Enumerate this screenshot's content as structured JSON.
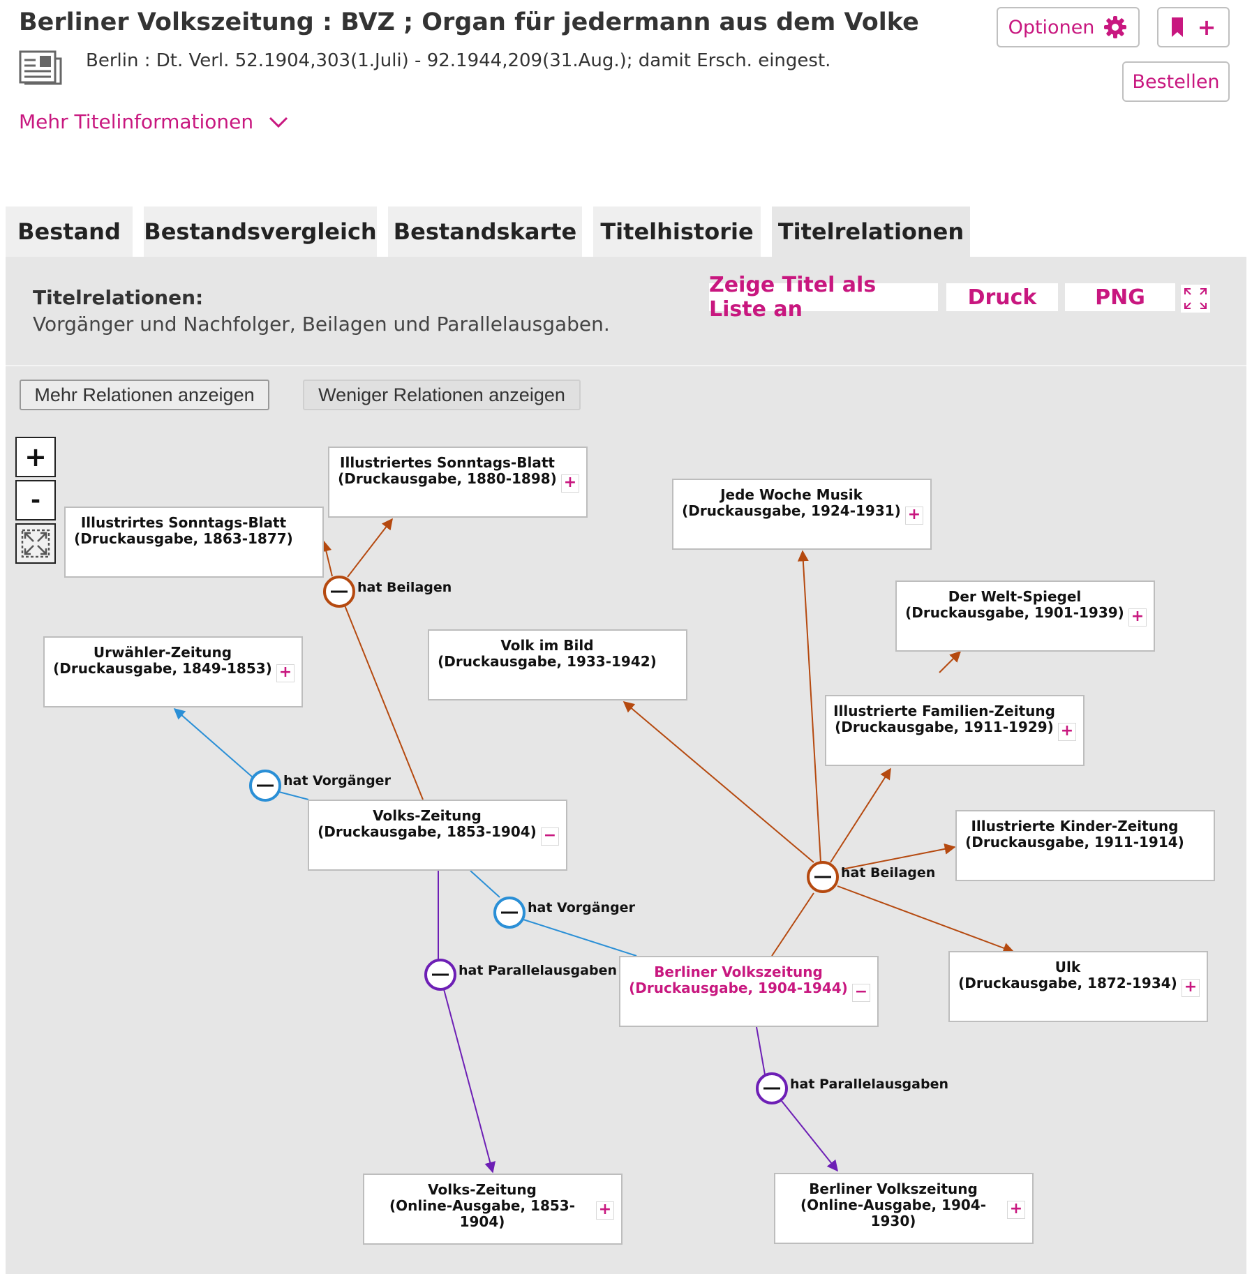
{
  "header": {
    "title": "Berliner Volkszeitung : BVZ ; Organ für jedermann aus dem Volke",
    "publication": "Berlin : Dt. Verl. 52.1904,303(1.Juli) - 92.1944,209(31.Aug.); damit Ersch. eingest.",
    "more_info": "Mehr Titelinformationen",
    "options_label": "Optionen",
    "bookmark_label": "+",
    "order_label": "Bestellen"
  },
  "tabs": [
    {
      "label": "Bestand"
    },
    {
      "label": "Bestandsvergleich"
    },
    {
      "label": "Bestandskarte"
    },
    {
      "label": "Titelhistorie"
    },
    {
      "label": "Titelrelationen",
      "active": true
    }
  ],
  "relations": {
    "heading": "Titelrelationen:",
    "description": "Vorgänger und Nachfolger, Beilagen und Parallelausgaben.",
    "show_list": "Zeige Titel als Liste an",
    "print": "Druck",
    "png": "PNG",
    "more_btn": "Mehr Relationen anzeigen",
    "less_btn": "Weniger Relationen anzeigen",
    "zoom_in": "+",
    "zoom_out": "-"
  },
  "colors": {
    "accent": "#c8177f",
    "beilagen": "#b5490f",
    "vorgaenger": "#2a8fd6",
    "parallel": "#6d1fb5"
  },
  "graph": {
    "nodes": [
      {
        "title": "Illustriertes Sonntags-Blatt",
        "sub": "(Druckausgabe, 1880-1898)",
        "expander": "+"
      },
      {
        "title": "Illustrirtes Sonntags-Blatt",
        "sub": "(Druckausgabe, 1863-1877)",
        "expander": ""
      },
      {
        "title": "Jede Woche Musik",
        "sub": "(Druckausgabe, 1924-1931)",
        "expander": "+"
      },
      {
        "title": "Der Welt-Spiegel",
        "sub": "(Druckausgabe, 1901-1939)",
        "expander": "+"
      },
      {
        "title": "Urwähler-Zeitung",
        "sub": "(Druckausgabe, 1849-1853)",
        "expander": "+"
      },
      {
        "title": "Volk im Bild",
        "sub": "(Druckausgabe, 1933-1942)",
        "expander": ""
      },
      {
        "title": "Illustrierte Familien-Zeitung",
        "sub": "(Druckausgabe, 1911-1929)",
        "expander": "+"
      },
      {
        "title": "Volks-Zeitung",
        "sub": "(Druckausgabe, 1853-1904)",
        "expander": "−"
      },
      {
        "title": "Illustrierte Kinder-Zeitung",
        "sub": "(Druckausgabe, 1911-1914)",
        "expander": ""
      },
      {
        "title": "Berliner Volkszeitung",
        "sub": "(Druckausgabe, 1904-1944)",
        "expander": "−",
        "current": true
      },
      {
        "title": "Ulk",
        "sub": "(Druckausgabe, 1872-1934)",
        "expander": "+"
      },
      {
        "title": "Volks-Zeitung",
        "sub": "(Online-Ausgabe, 1853-1904)",
        "expander": "+"
      },
      {
        "title": "Berliner Volkszeitung",
        "sub": "(Online-Ausgabe, 1904-1930)",
        "expander": "+"
      }
    ],
    "edge_labels": [
      "hat Beilagen",
      "hat Vorgänger",
      "hat Vorgänger",
      "hat Parallelausgaben",
      "hat Beilagen",
      "hat Parallelausgaben"
    ]
  }
}
